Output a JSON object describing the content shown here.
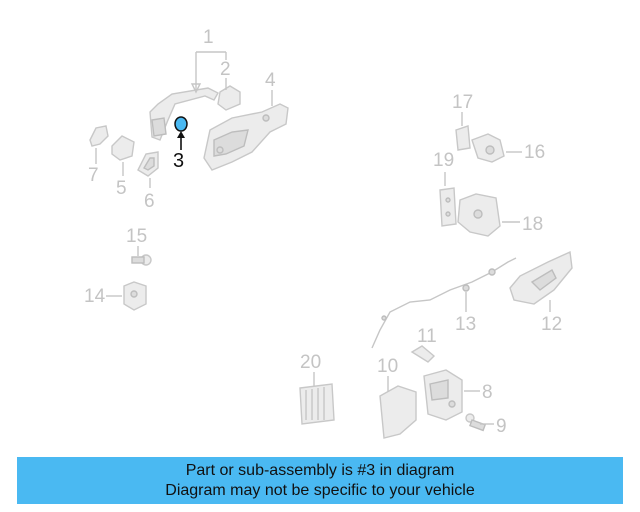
{
  "diagram": {
    "labels": {
      "p1": "1",
      "p2": "2",
      "p3": "3",
      "p4": "4",
      "p5": "5",
      "p6": "6",
      "p7": "7",
      "p8": "8",
      "p9": "9",
      "p10": "10",
      "p11": "11",
      "p12": "12",
      "p13": "13",
      "p14": "14",
      "p15": "15",
      "p16": "16",
      "p17": "17",
      "p18": "18",
      "p19": "19",
      "p20": "20"
    },
    "highlight_color": "#4ab9f2",
    "selected_part": "3"
  },
  "banner": {
    "line1": "Part or sub-assembly is #3 in diagram",
    "line2": "Diagram may not be specific to your vehicle",
    "background": "#4ab9f2"
  }
}
